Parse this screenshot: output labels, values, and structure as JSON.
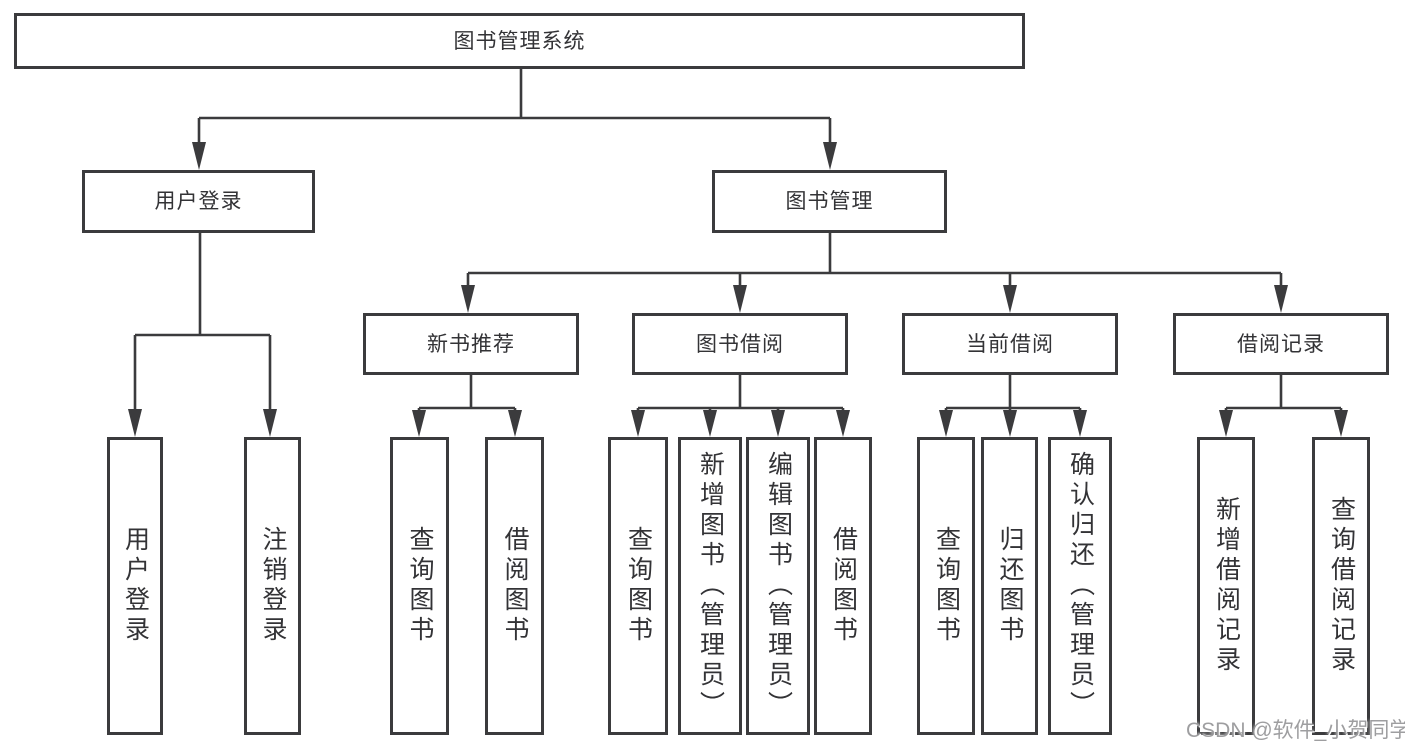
{
  "diagram": {
    "root": "图书管理系统",
    "level2": {
      "user_login": "用户登录",
      "book_mgmt": "图书管理"
    },
    "level3": {
      "new_book": "新书推荐",
      "book_borrow": "图书借阅",
      "current_borrow": "当前借阅",
      "borrow_record": "借阅记录"
    },
    "leaves": {
      "user_login": [
        "用户登录",
        "注销登录"
      ],
      "new_book": [
        "查询图书",
        "借阅图书"
      ],
      "book_borrow": [
        "查询图书",
        "新增图书（管理员）",
        "编辑图书（管理员）",
        "借阅图书"
      ],
      "current_borrow": [
        "查询图书",
        "归还图书",
        "确认归还（管理员）"
      ],
      "borrow_record": [
        "新增借阅记录",
        "查询借阅记录"
      ]
    }
  },
  "colors": {
    "line": "#3b3b3d",
    "background": "#ffffff"
  },
  "watermark": "CSDN @软件_小贺同学"
}
